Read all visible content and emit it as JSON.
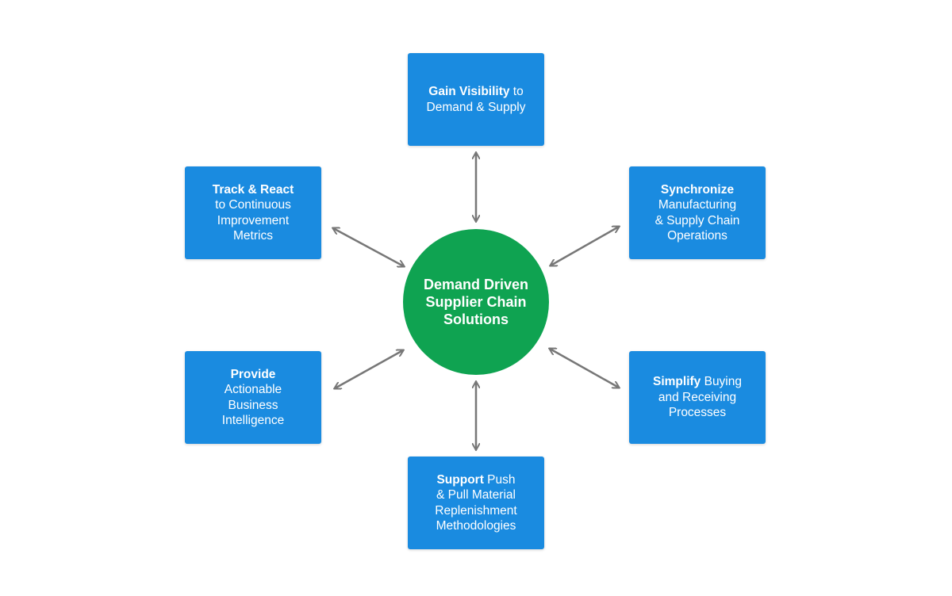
{
  "hub": {
    "lines": [
      "Demand Driven",
      "Supplier Chain",
      "Solutions"
    ],
    "color": "#0fa351"
  },
  "box_color": "#1a8be0",
  "arrow_color": "#777777",
  "boxes": {
    "visibility": {
      "line1_bold": "Gain Visibility",
      "line1_rest": " to",
      "line2": "Demand & Supply"
    },
    "track": {
      "line1_bold": "Track & React",
      "line2": "to Continuous",
      "line3": "Improvement",
      "line4": "Metrics"
    },
    "synchronize": {
      "line1_bold": "Synchronize",
      "line2": "Manufacturing",
      "line3": "& Supply Chain",
      "line4": "Operations"
    },
    "provide": {
      "line1_bold": "Provide",
      "line2": "Actionable",
      "line3": "Business",
      "line4": "Intelligence"
    },
    "simplify": {
      "line1_bold": "Simplify",
      "line1_rest": " Buying",
      "line2": "and Receiving",
      "line3": "Processes"
    },
    "support": {
      "line1_bold": "Support",
      "line1_rest": " Push",
      "line2": "& Pull Material",
      "line3": "Replenishment",
      "line4": "Methodologies"
    }
  }
}
